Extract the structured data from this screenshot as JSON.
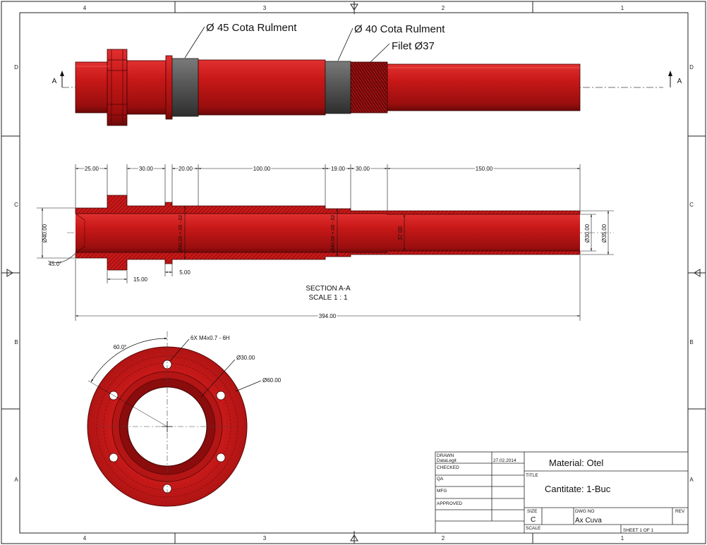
{
  "sheet": {
    "columns": [
      "4",
      "3",
      "2",
      "1"
    ],
    "rows": [
      "D",
      "C",
      "B",
      "A"
    ]
  },
  "top_view": {
    "callouts": {
      "bearing_45": "Ø 45 Cota Rulment",
      "bearing_40": "Ø 40 Cota Rulment",
      "thread": "Filet Ø37"
    },
    "section_marker": "A",
    "colors": {
      "body": "#c81818",
      "body_shadow": "#7a0a0a",
      "bearing_seat": "#5a5a5a"
    }
  },
  "section_view": {
    "top_dims": [
      "25.00",
      "30.00",
      "20.00",
      "100.00",
      "19.00",
      "30.00",
      "150.00"
    ],
    "bottom_dims": [
      "15.00",
      "5.00"
    ],
    "diameters": {
      "left": "Ø40.00",
      "chamfer": "45.0°",
      "bearing_45": "Ø45.00 +.00 -.02",
      "bearing_40": "Ø40.00 +.00 -.02",
      "thread": "37.00",
      "bore": "Ø30.00",
      "outer": "Ø35.00"
    },
    "overall_length": "394.00",
    "label_line1": "SECTION A-A",
    "label_line2": "SCALE 1 : 1"
  },
  "end_view": {
    "angle": "60.0°",
    "holes_note": "6X M4x0.7 - 6H",
    "inner_dia": "Ø30.00",
    "outer_dia": "Ø60.00"
  },
  "title_block": {
    "drawn_label": "DRAWN",
    "drawn_by": "DataLegit",
    "date": "27.02.2014",
    "checked_label": "CHECKED",
    "qa_label": "QA",
    "mfg_label": "MFG",
    "approved_label": "APPROVED",
    "title_label": "TITLE",
    "material": "Material: Otel",
    "quantity": "Cantitate: 1-Buc",
    "size_label": "SIZE",
    "size": "C",
    "dwg_label": "DWG NO",
    "dwg_no": "Ax Cuva",
    "rev_label": "REV",
    "scale_label": "SCALE",
    "sheet": "SHEET 1  OF 1"
  }
}
